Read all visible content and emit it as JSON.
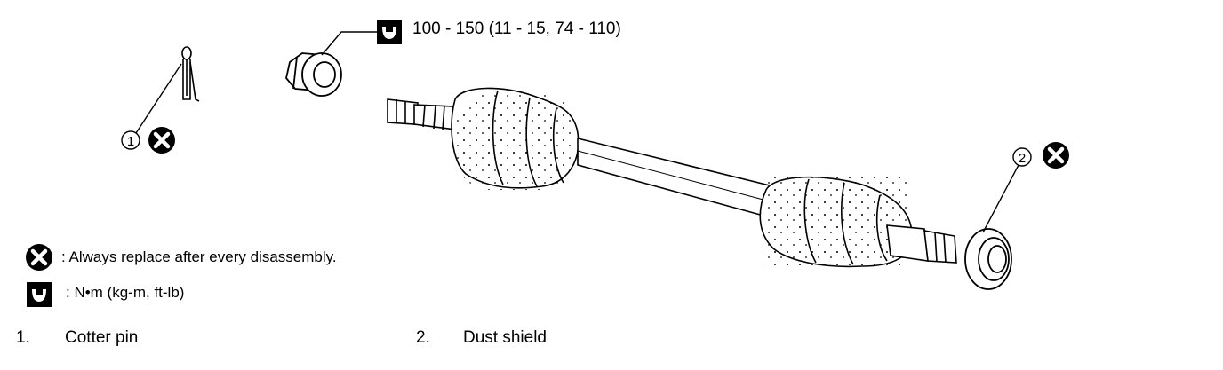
{
  "torque_spec": "100 - 150 (11 - 15, 74 - 110)",
  "callouts": [
    {
      "number": "1",
      "label": "Cotter pin"
    },
    {
      "number": "2",
      "label": "Dust shield"
    }
  ],
  "legend": {
    "replace_text": ": Always replace after every disassembly.",
    "torque_text": ":  N•m  (kg-m,  ft-lb)"
  },
  "parts_list": [
    {
      "number": "1.",
      "name": "Cotter pin"
    },
    {
      "number": "2.",
      "name": "Dust shield"
    }
  ],
  "icons": [
    "replace-x-icon",
    "torque-wrench-icon"
  ]
}
